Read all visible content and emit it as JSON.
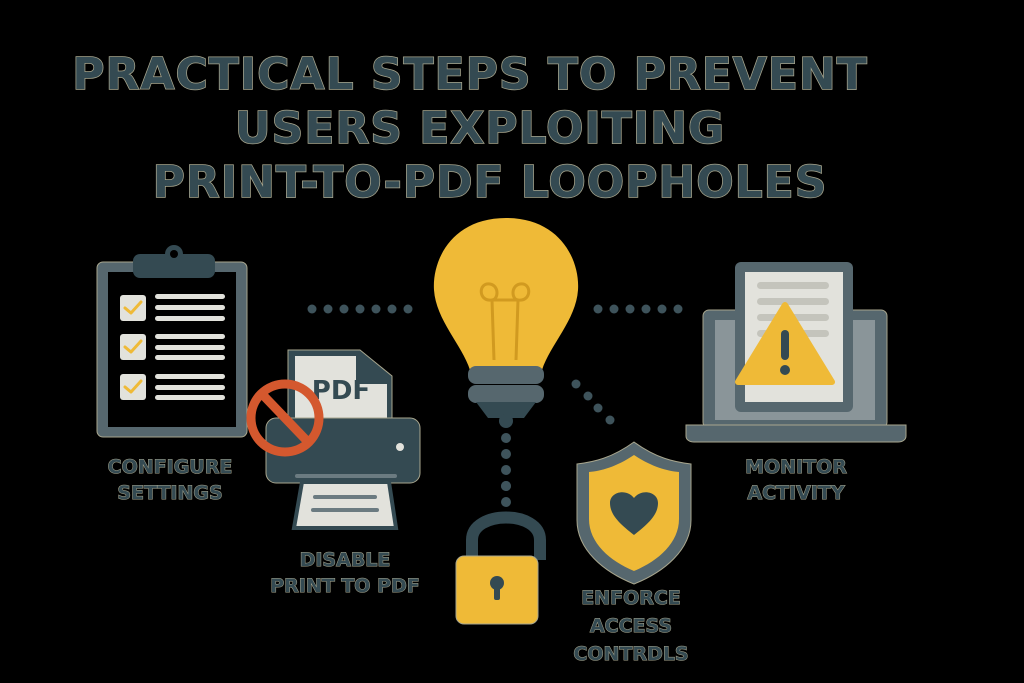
{
  "title": {
    "line1": "PRACTICAL STEPS TO PREVENT",
    "line2": "USERS EXPLOITING",
    "line3": "PRINT-TO-PDF LOOPHOLES"
  },
  "steps": [
    {
      "id": "configure",
      "icon": "clipboard-checklist-icon",
      "label_lines": [
        "CONFIGURE",
        "SETTINGS"
      ]
    },
    {
      "id": "disable",
      "icon": "printer-pdf-blocked-icon",
      "label_lines": [
        "DISABLE",
        "PRINT TO PDF"
      ],
      "icon_text": "PDF"
    },
    {
      "id": "enforce",
      "icon": "shield-heart-icon",
      "label_lines": [
        "ENFORCE",
        "ACCESS",
        "CONTRDLS"
      ]
    },
    {
      "id": "monitor",
      "icon": "laptop-warning-icon",
      "label_lines": [
        "MONITOR",
        "ACTIVITY"
      ]
    }
  ],
  "center": {
    "icon": "lightbulb-icon"
  },
  "extra_icons": [
    "padlock-icon"
  ],
  "colors": {
    "background": "#000000",
    "slate": "#344a52",
    "slate_light": "#56676e",
    "yellow": "#efba37",
    "paper": "#e2e2dc",
    "red": "#d4582e",
    "outline": "#a8a68e"
  }
}
